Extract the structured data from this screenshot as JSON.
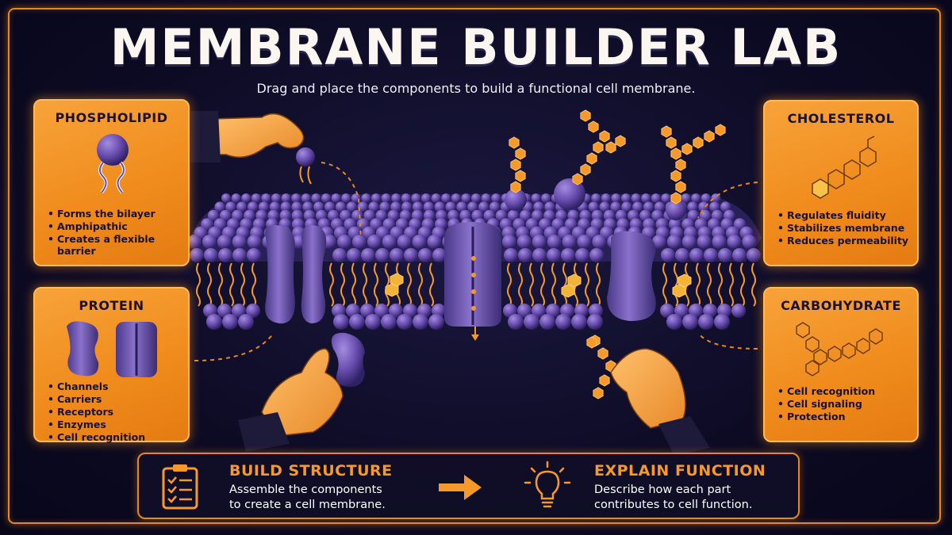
{
  "title": "MEMBRANE BUILDER LAB",
  "subtitle": "Drag and place the components to build a functional cell membrane.",
  "cards": {
    "phospholipid": {
      "title": "PHOSPHOLIPID",
      "items": [
        "Forms the bilayer",
        "Amphipathic",
        "Creates a flexible barrier"
      ]
    },
    "protein": {
      "title": "PROTEIN",
      "items": [
        "Channels",
        "Carriers",
        "Receptors",
        "Enzymes",
        "Cell recognition"
      ]
    },
    "cholesterol": {
      "title": "CHOLESTEROL",
      "items": [
        "Regulates fluidity",
        "Stabilizes membrane",
        "Reduces permeability"
      ]
    },
    "carbohydrate": {
      "title": "CARBOHYDRATE",
      "items": [
        "Cell recognition",
        "Cell signaling",
        "Protection"
      ]
    }
  },
  "steps": {
    "build": {
      "title": "BUILD STRUCTURE",
      "line1": "Assemble the components",
      "line2": "to create a cell membrane.",
      "icon": "clipboard-checklist-icon"
    },
    "explain": {
      "title": "EXPLAIN FUNCTION",
      "line1": "Describe how each part",
      "line2": "contributes to cell function.",
      "icon": "lightbulb-icon"
    }
  },
  "colors": {
    "accent": "#f08c1d",
    "purple": "#6a4fb0",
    "background": "#0d0b24"
  }
}
